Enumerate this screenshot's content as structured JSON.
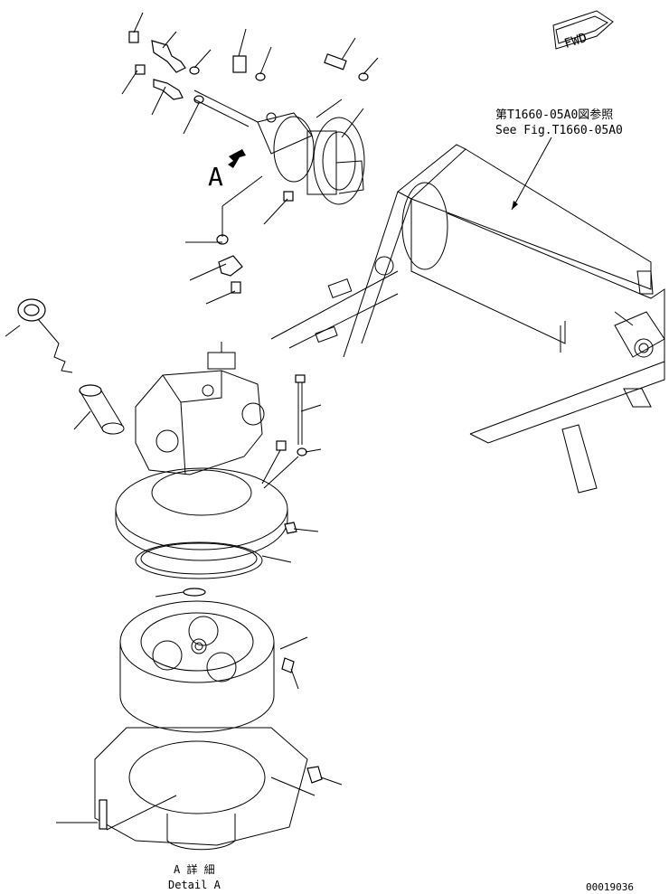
{
  "fwd_label": "FWD",
  "view_label": "A",
  "reference": {
    "jp": "第T1660-05A0図参照",
    "en": "See Fig.T1660-05A0"
  },
  "detail": {
    "jp": "A 詳 細",
    "en": "Detail A"
  },
  "drawing_number": "00019036"
}
